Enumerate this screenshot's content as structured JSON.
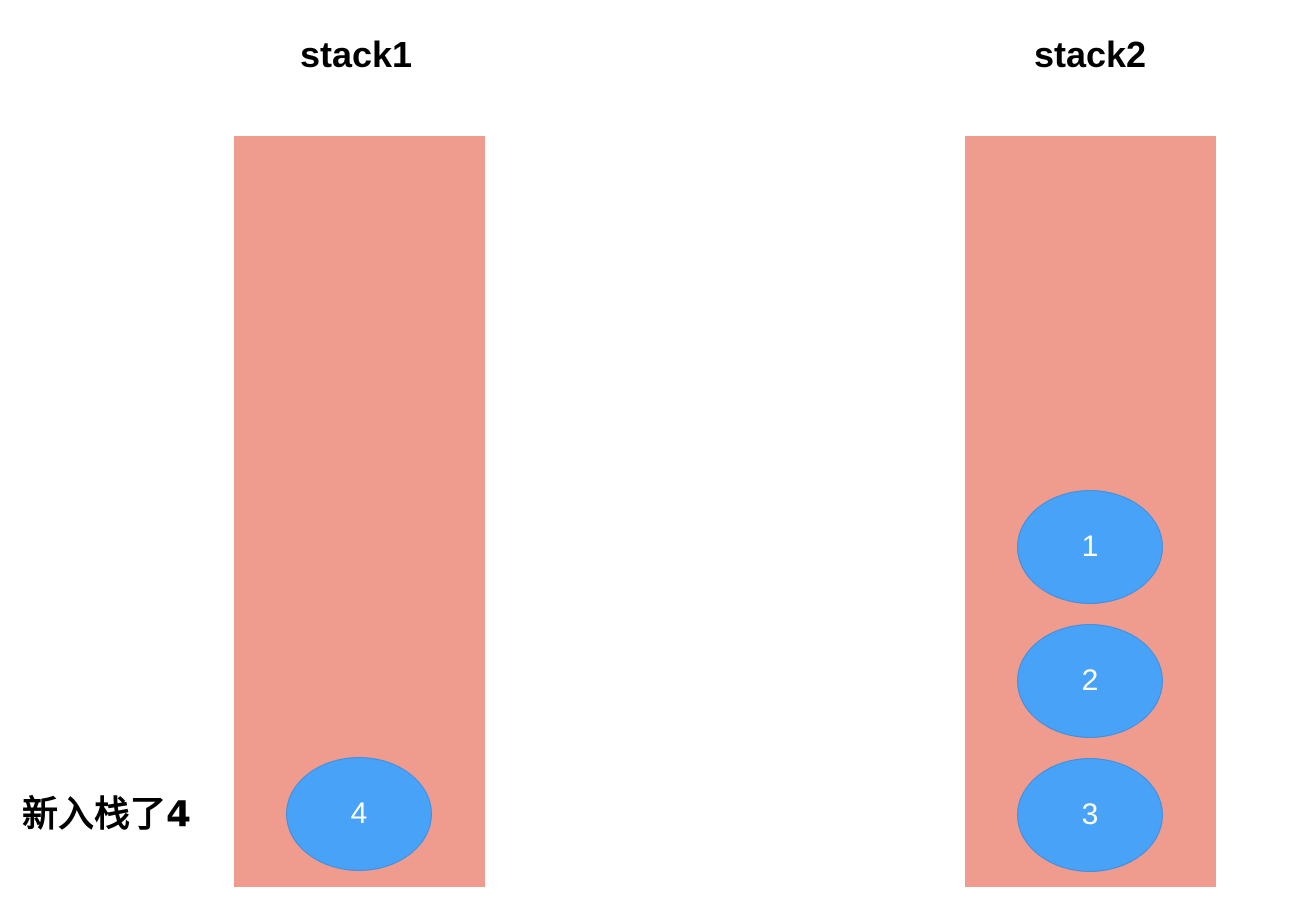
{
  "colors": {
    "stack_fill": "#ef9b8e",
    "item_fill": "#48a2f7",
    "item_text": "#ffffff",
    "title_text": "#000000"
  },
  "stack1": {
    "title": "stack1",
    "items": [
      "4"
    ]
  },
  "stack2": {
    "title": "stack2",
    "items": [
      "1",
      "2",
      "3"
    ]
  },
  "annotation": "新入栈了4"
}
